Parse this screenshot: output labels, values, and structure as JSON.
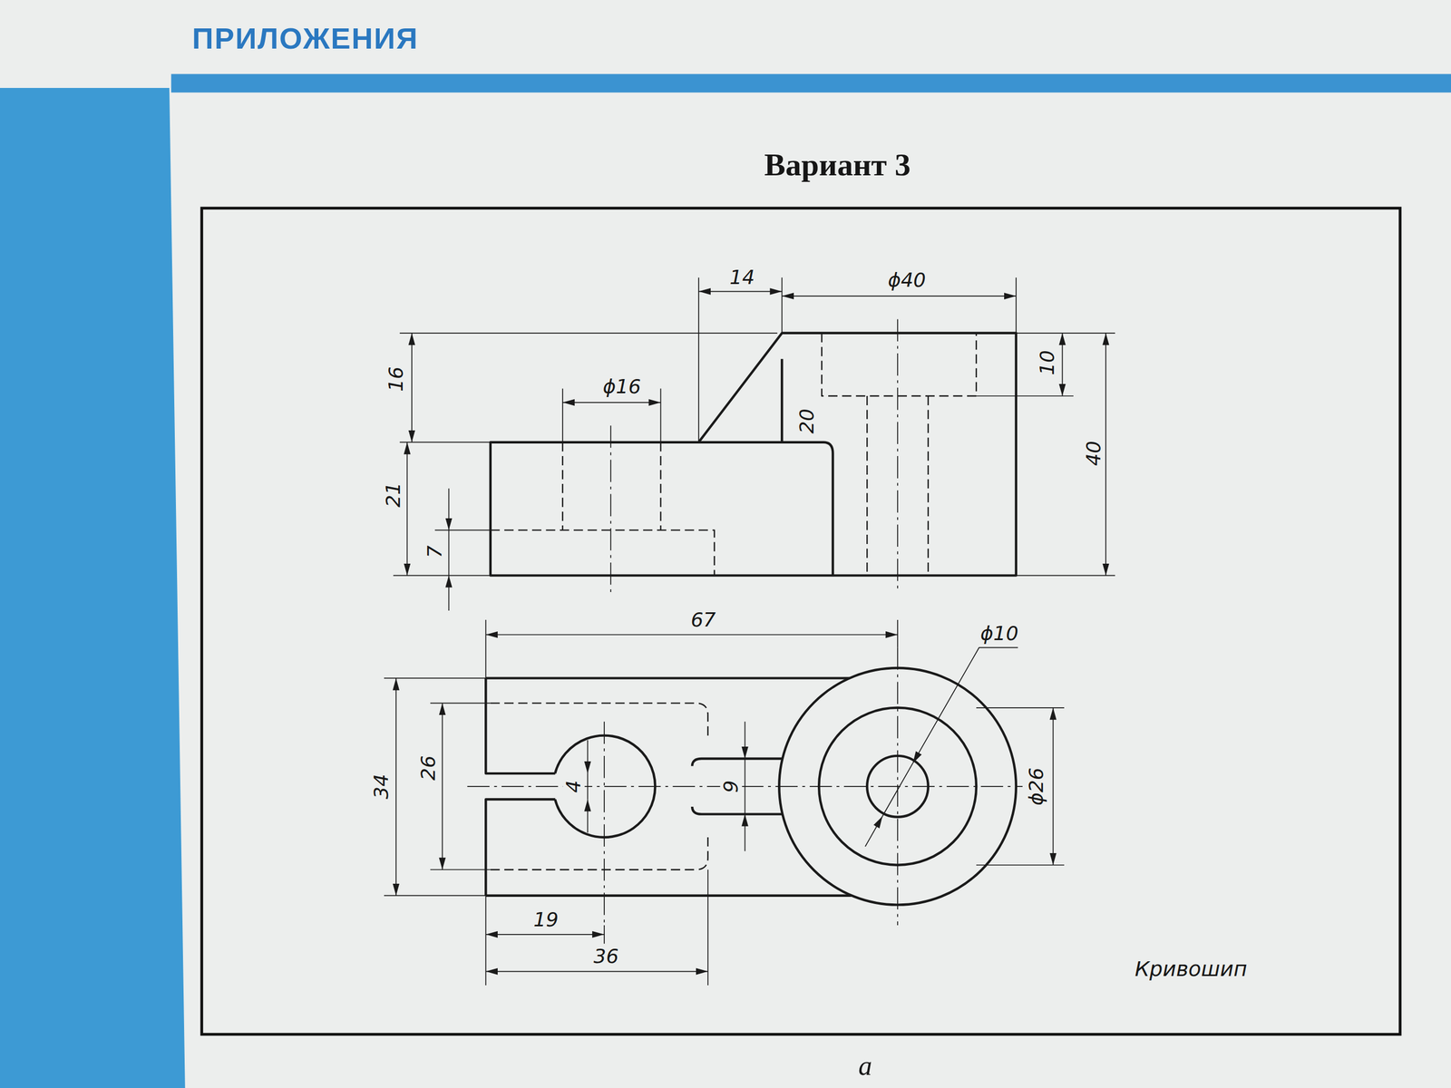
{
  "diagram": {
    "title": "Вариант 3",
    "caption": "а",
    "labels": [
      "ПРИЛОЖЕНИЯ",
      "14",
      "ϕ40",
      "16",
      "ϕ16",
      "10",
      "20",
      "40",
      "21",
      "7",
      "67",
      "ϕ10",
      "34",
      "26",
      "4",
      "9",
      "ϕ26",
      "19",
      "36",
      "Кривошип"
    ]
  }
}
